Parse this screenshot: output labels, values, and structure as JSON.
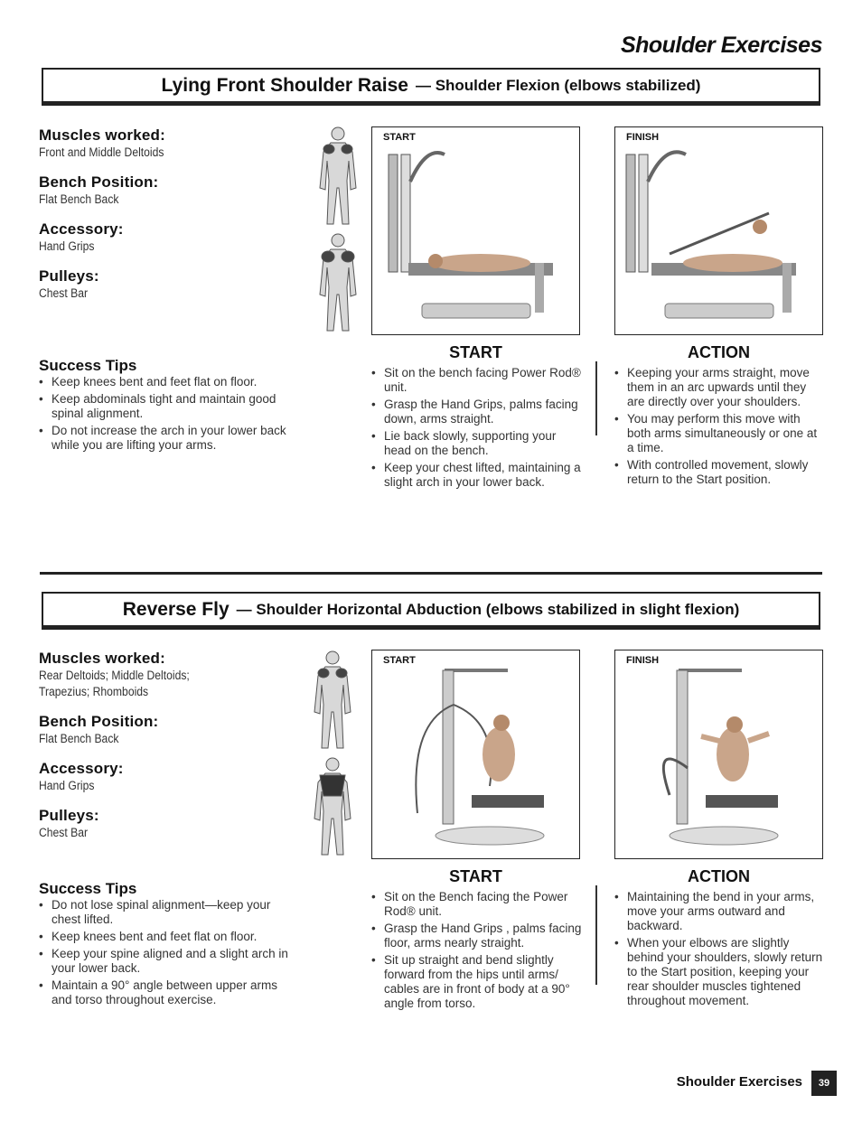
{
  "page_title": "Shoulder Exercises",
  "exercises": [
    {
      "name": "Lying Front Shoulder Raise",
      "subtitle": "— Shoulder Flexion (elbows stabilized)",
      "muscles_label": "Muscles worked:",
      "muscles": [
        "Front and Middle Deltoids"
      ],
      "bench_label": "Bench Position:",
      "bench": "Flat Bench Back",
      "accessory_label": "Accessory:",
      "accessory": "Hand Grips",
      "pulleys_label": "Pulleys:",
      "pulleys": "Chest Bar",
      "tips_title": "Success Tips",
      "tips": [
        "Keep knees bent and feet flat on floor.",
        "Keep abdominals tight and maintain good spinal alignment.",
        "Do not increase the arch in your lower back while you are lifting your arms."
      ],
      "start_photo_label": "START",
      "finish_photo_label": "FINISH",
      "start_heading": "START",
      "start_steps": [
        "Sit on the bench facing Power Rod® unit.",
        "Grasp the Hand Grips, palms facing down, arms straight.",
        "Lie back slowly, supporting your head on the bench.",
        "Keep your chest lifted, maintaining a slight arch in your lower back."
      ],
      "action_heading": "ACTION",
      "action_steps": [
        "Keeping your arms straight, move them in an arc upwards until they are directly over your shoulders.",
        "You may perform this move with both arms simultaneously or one at a time.",
        "With controlled movement, slowly return to the Start position."
      ]
    },
    {
      "name": "Reverse Fly",
      "subtitle": "— Shoulder Horizontal Abduction (elbows stabilized in slight flexion)",
      "muscles_label": "Muscles worked:",
      "muscles": [
        "Rear Deltoids; Middle Deltoids;",
        "Trapezius; Rhomboids"
      ],
      "bench_label": "Bench Position:",
      "bench": "Flat Bench Back",
      "accessory_label": "Accessory:",
      "accessory": "Hand Grips",
      "pulleys_label": "Pulleys:",
      "pulleys": "Chest Bar",
      "tips_title": "Success Tips",
      "tips": [
        "Do not lose spinal alignment—keep your chest lifted.",
        "Keep knees bent and feet flat on floor.",
        "Keep your spine aligned and a slight arch in your lower back.",
        "Maintain a 90° angle between upper arms and torso throughout exercise."
      ],
      "start_photo_label": "START",
      "finish_photo_label": "FINISH",
      "start_heading": "START",
      "start_steps": [
        "Sit on the Bench facing the Power Rod® unit.",
        "Grasp the Hand Grips , palms facing floor, arms nearly straight.",
        "Sit up straight and bend slightly forward from the hips until arms/ cables are in front of body at a 90° angle from torso."
      ],
      "action_heading": "ACTION",
      "action_steps": [
        "Maintaining the bend in your arms, move your arms outward and backward.",
        "When your elbows are slightly behind your shoulders, slowly return to the Start position, keeping your rear shoulder muscles tightened throughout movement."
      ]
    }
  ],
  "footer": {
    "section": "Shoulder Exercises",
    "page_number": "39"
  }
}
